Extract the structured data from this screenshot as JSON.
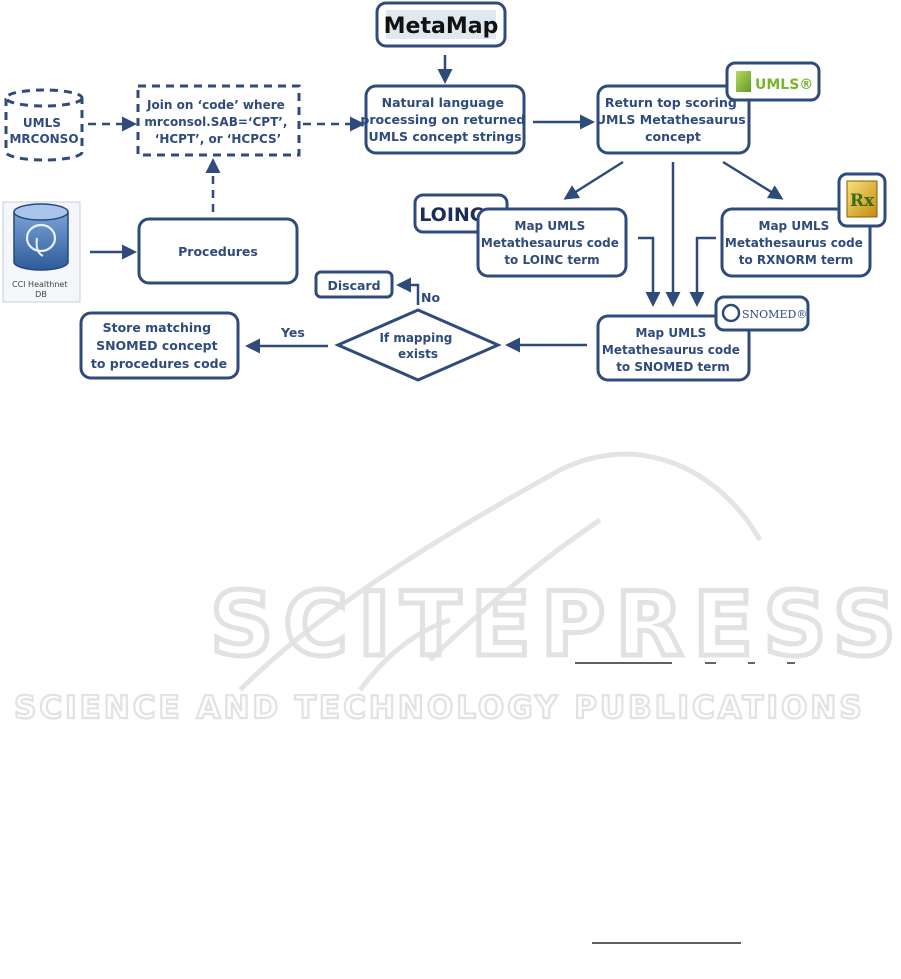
{
  "watermark": {
    "line1": "SCITEPRESS",
    "line2": "SCIENCE AND TECHNOLOGY PUBLICATIONS"
  },
  "logos": {
    "metamap": "MetaMap",
    "umls": "UMLS®",
    "loinc": "LOINC®",
    "snomed": "SNOMED®",
    "rxnorm": "Rx",
    "db_caption": [
      "CCI Healthnet",
      "DB"
    ]
  },
  "nodes": {
    "mrconso": [
      "UMLS",
      "MRCONSO"
    ],
    "join": [
      "Join on ‘code’ where",
      "mrconsol.SAB=‘CPT’,",
      "‘HCPT’, or ‘HCPCS’"
    ],
    "nlp": [
      "Natural language",
      "processing on returned",
      "UMLS concept strings"
    ],
    "top": [
      "Return top scoring",
      "UMLS Metathesaurus",
      "concept"
    ],
    "procedures": "Procedures",
    "loinc_map": [
      "Map UMLS",
      "Metathesaurus code",
      "to LOINC term"
    ],
    "rxnorm_map": [
      "Map UMLS",
      "Metathesaurus code",
      "to RXNORM term"
    ],
    "snomed_map": [
      "Map UMLS",
      "Metathesaurus code",
      "to SNOMED term"
    ],
    "decision": [
      "If mapping",
      "exists"
    ],
    "discard": "Discard",
    "store": [
      "Store matching",
      "SNOMED concept",
      "to procedures code"
    ]
  },
  "edges": {
    "no_label": "No",
    "yes_label": "Yes"
  },
  "colors": {
    "primary": "#2f4b7c",
    "watermark": "#e2e2e2",
    "umls_green": "#7ab32e",
    "loinc_navy": "#1c2d5a",
    "rx_gold": "#d9a515",
    "db_blue": "#3f6fae"
  }
}
